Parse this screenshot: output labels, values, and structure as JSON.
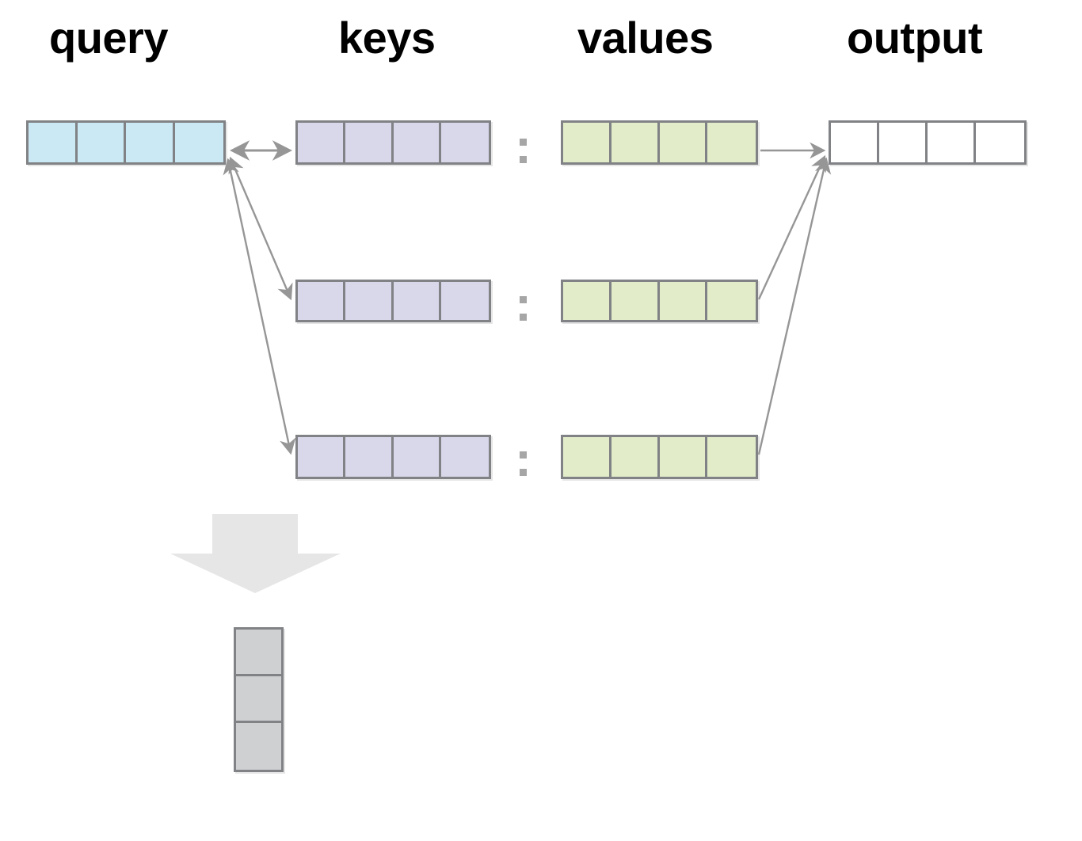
{
  "diagram": {
    "title_labels": {
      "query": "query",
      "keys": "keys",
      "values": "values",
      "output": "output"
    },
    "colors": {
      "query_fill": "#cbe9f4",
      "keys_fill": "#d9d7ea",
      "values_fill": "#e2ecc9",
      "output_fill": "#ffffff",
      "attention_fill": "#cfd0d2",
      "box_border": "#808285",
      "arrow": "#969696",
      "big_arrow": "#e6e6e6",
      "colon_dot": "#a6a6a6",
      "background": "#ffffff",
      "text": "#000000"
    },
    "columns": [
      {
        "name": "query",
        "cells": 4,
        "rows": 1
      },
      {
        "name": "keys",
        "cells": 4,
        "rows": 3
      },
      {
        "name": "values",
        "cells": 4,
        "rows": 3
      },
      {
        "name": "output",
        "cells": 4,
        "rows": 1
      }
    ],
    "separator_glyph": ":",
    "attention_weights_vector": {
      "cells": 3,
      "orientation": "vertical"
    },
    "connections": [
      {
        "from": "query",
        "to": "keys-row-1",
        "type": "double-arrow"
      },
      {
        "from": "query",
        "to": "keys-row-2",
        "type": "double-arrow"
      },
      {
        "from": "query",
        "to": "keys-row-3",
        "type": "double-arrow"
      },
      {
        "from": "values-row-1",
        "to": "output",
        "type": "arrow"
      },
      {
        "from": "values-row-2",
        "to": "output",
        "type": "arrow"
      },
      {
        "from": "values-row-3",
        "to": "output",
        "type": "arrow"
      },
      {
        "from": "query",
        "to": "attention-weights",
        "type": "block-arrow-down"
      }
    ]
  }
}
